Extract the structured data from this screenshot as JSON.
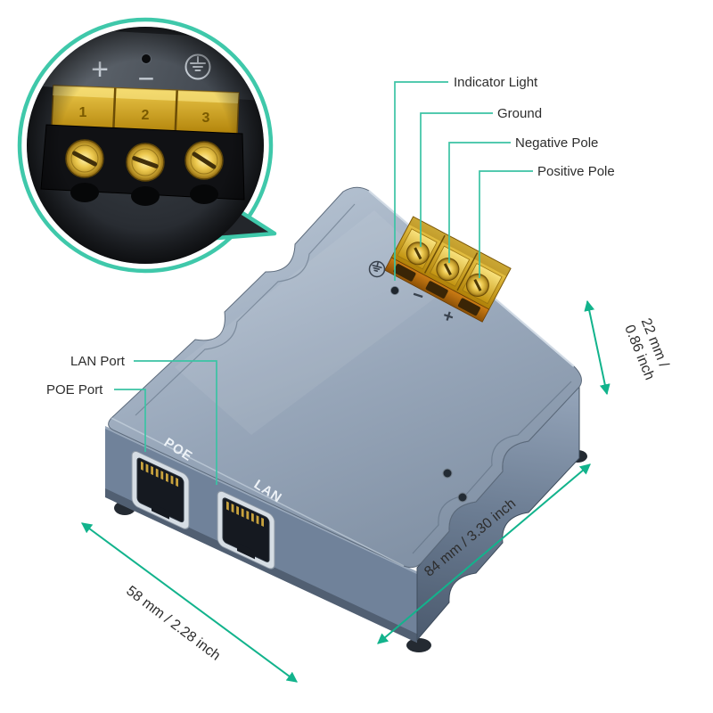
{
  "colors": {
    "accent_teal": "#3bc3a4",
    "arrow_green": "#12b38c",
    "label_text": "#2d2d2d",
    "device_metal": "#95a4b7",
    "terminal_gold": "#d9a81f"
  },
  "icons": {
    "ground": "earth-ground-icon",
    "indicator": "indicator-dot"
  },
  "callout": {
    "terminal_numbers": [
      "1",
      "2",
      "3"
    ],
    "plus_symbol": "+",
    "minus_symbol": "−"
  },
  "annotations": {
    "indicator_light": "Indicator Light",
    "ground": "Ground",
    "negative_pole": "Negative Pole",
    "positive_pole": "Positive Pole",
    "lan_port": "LAN Port",
    "poe_port": "POE Port"
  },
  "device": {
    "poe_port_label": "POE",
    "lan_port_label": "LAN",
    "plus_mark": "+",
    "minus_mark": "−"
  },
  "dimensions": {
    "height_line1": "22 mm /",
    "height_line2": "0.86 inch",
    "length": "84 mm / 3.30 inch",
    "width": "58 mm / 2.28 inch"
  }
}
